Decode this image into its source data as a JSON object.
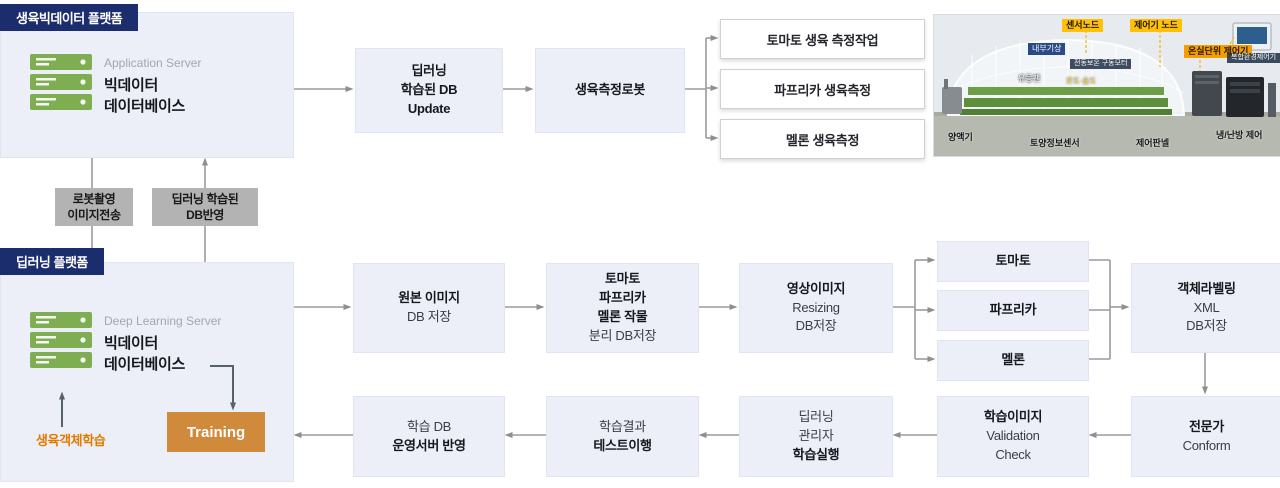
{
  "platform_top": {
    "header": "생육빅데이터 플랫폼",
    "server_label": "Application Server",
    "db_line1": "빅데이터",
    "db_line2": "데이터베이스"
  },
  "platform_bottom": {
    "header": "딥러닝 플랫폼",
    "server_label": "Deep Learning Server",
    "db_line1": "빅데이터",
    "db_line2": "데이터베이스",
    "training": "Training",
    "growth_learning": "생육객체학습"
  },
  "connectors": {
    "down": [
      "로봇촬영",
      "이미지전송"
    ],
    "up": [
      "딥러닝 학습된",
      "DB반영"
    ]
  },
  "top_flow": {
    "db_update": [
      "딥러닝",
      "학습된 DB",
      "Update"
    ],
    "robot": "생육측정로봇",
    "tasks": [
      "토마토 생육 측정작업",
      "파프리카 생육측정",
      "멜론 생육측정"
    ]
  },
  "mid_flow": {
    "origin": [
      "원본 이미지",
      "DB 저장"
    ],
    "split": [
      "토마토",
      "파프리카",
      "멜론 작물",
      "분리 DB저장"
    ],
    "resizing": [
      "영상이미지",
      "Resizing",
      "DB저장"
    ],
    "crops": [
      "토마토",
      "파프리카",
      "멜론"
    ],
    "labeling": [
      "객체라벨링",
      "XML",
      "DB저장"
    ]
  },
  "bottom_flow": {
    "expert": [
      "전문가",
      "Conform"
    ],
    "validation": [
      "학습이미지",
      "Validation",
      "Check"
    ],
    "run": [
      "딥러닝",
      "관리자",
      "학습실행"
    ],
    "test": [
      "학습결과",
      "테스트이행"
    ],
    "deploy": [
      "학습 DB",
      "운영서버 반영"
    ]
  },
  "greenhouse": {
    "labels": [
      "센서노드",
      "제어기 노드",
      "온실단위 제어기",
      "내부기상",
      "전동보온 구동모터",
      "유동팬",
      "온도·습도",
      "복합환경제어기",
      "양액기",
      "토양정보센서",
      "제어판넬",
      "냉/난방 제어"
    ]
  },
  "colors": {
    "navy": "#1c2d6e",
    "box_bg": "#edeff8",
    "arrow_gray": "#9b9b9b",
    "training_orange": "#cf8a3c",
    "server_green": "#7fae52",
    "chip_yellow": "#ffc107"
  }
}
